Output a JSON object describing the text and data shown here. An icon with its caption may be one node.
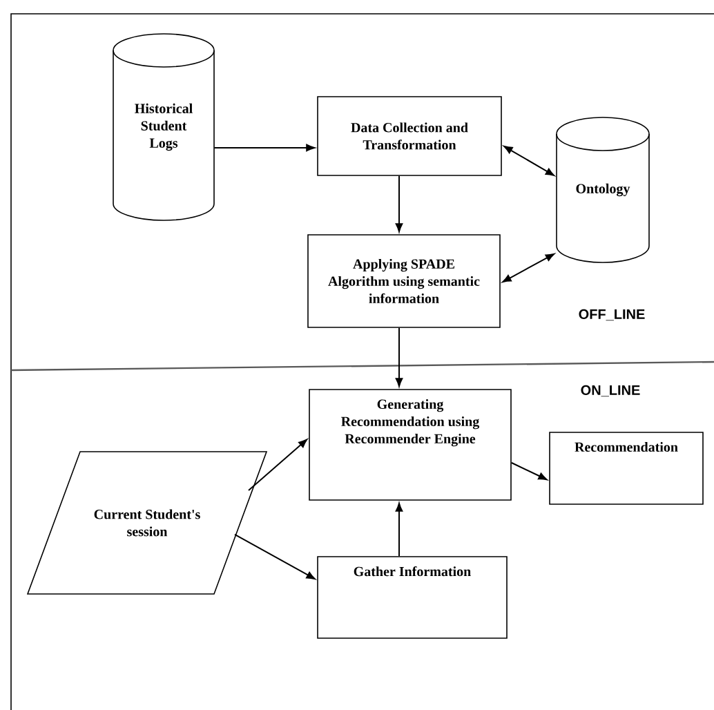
{
  "diagram": {
    "nodes": [
      {
        "text": [
          "Historical Student Logs"
        ]
      },
      {
        "text": [
          "Data Collection and Transformation"
        ]
      },
      {
        "text": [
          "Ontology"
        ]
      },
      {
        "text": [
          "Applying SPADE Algorithm using semantic information"
        ]
      },
      {
        "text": [
          "Generating Recommendation using Recommender Engine"
        ]
      },
      {
        "text": [
          "Recommendation"
        ]
      },
      {
        "text": [
          "Current Student's session"
        ]
      },
      {
        "text": [
          "Gather Information"
        ]
      }
    ],
    "edges": [
      {
        "from": 0,
        "to": 1,
        "arrow": "to"
      },
      {
        "from": 1,
        "to": 2,
        "arrow": "both"
      },
      {
        "from": 1,
        "to": 3,
        "arrow": "to"
      },
      {
        "from": 3,
        "to": 2,
        "arrow": "both"
      },
      {
        "from": 3,
        "to": 4,
        "arrow": "to"
      },
      {
        "from": 6,
        "to": 4,
        "arrow": "to"
      },
      {
        "from": 6,
        "to": 7,
        "arrow": "to"
      },
      {
        "from": 7,
        "to": 4,
        "arrow": "to"
      },
      {
        "from": 4,
        "to": 5,
        "arrow": "to"
      }
    ],
    "labels": [
      "OFF_LINE",
      "ON_LINE"
    ]
  }
}
